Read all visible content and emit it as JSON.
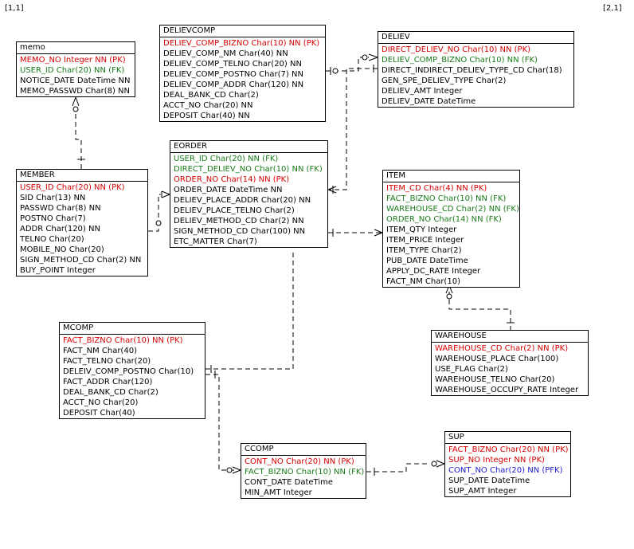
{
  "page_labels": {
    "left": "[1,1]",
    "right": "[2,1]"
  },
  "colors": {
    "pk": "#d40000",
    "fk": "#1a7a1a",
    "pfk": "#1a1ac8",
    "normal": "#000000"
  },
  "entities": {
    "memo": {
      "title": "memo",
      "attributes": [
        {
          "text": "MEMO_NO Integer NN (PK)",
          "key": "pk"
        },
        {
          "text": "USER_ID Char(20) NN (FK)",
          "key": "fk"
        },
        {
          "text": "NOTICE_DATE DateTime NN",
          "key": "normal"
        },
        {
          "text": "MEMO_PASSWD Char(8) NN",
          "key": "normal"
        }
      ]
    },
    "delievcomp": {
      "title": "DELIEVCOMP",
      "attributes": [
        {
          "text": "DELIEV_COMP_BIZNO Char(10) NN (PK)",
          "key": "pk"
        },
        {
          "text": "DELIEV_COMP_NM Char(40) NN",
          "key": "normal"
        },
        {
          "text": "DELIEV_COMP_TELNO Char(20) NN",
          "key": "normal"
        },
        {
          "text": "DELIEV_COMP_POSTNO Char(7) NN",
          "key": "normal"
        },
        {
          "text": "DELIEV_COMP_ADDR Char(120) NN",
          "key": "normal"
        },
        {
          "text": "DEAL_BANK_CD Char(2)",
          "key": "normal"
        },
        {
          "text": "ACCT_NO Char(20) NN",
          "key": "normal"
        },
        {
          "text": "DEPOSIT Char(40) NN",
          "key": "normal"
        }
      ]
    },
    "deliev": {
      "title": "DELIEV",
      "attributes": [
        {
          "text": "DIRECT_DELIEV_NO Char(10) NN (PK)",
          "key": "pk"
        },
        {
          "text": "DELIEV_COMP_BIZNO Char(10) NN (FK)",
          "key": "fk"
        },
        {
          "text": "DIRECT_INDIRECT_DELIEV_TYPE_CD Char(18)",
          "key": "normal"
        },
        {
          "text": "GEN_SPE_DELIEV_TYPE Char(2)",
          "key": "normal"
        },
        {
          "text": "DELIEV_AMT Integer",
          "key": "normal"
        },
        {
          "text": "DELIEV_DATE DateTime",
          "key": "normal"
        }
      ]
    },
    "eorder": {
      "title": "EORDER",
      "attributes": [
        {
          "text": "USER_ID Char(20) NN (FK)",
          "key": "fk"
        },
        {
          "text": "DIRECT_DELIEV_NO Char(10) NN (FK)",
          "key": "fk"
        },
        {
          "text": "ORDER_NO Char(14) NN (PK)",
          "key": "pk"
        },
        {
          "text": "ORDER_DATE DateTime NN",
          "key": "normal"
        },
        {
          "text": "DELIEV_PLACE_ADDR Char(20) NN",
          "key": "normal"
        },
        {
          "text": "DELIEV_PLACE_TELNO Char(2)",
          "key": "normal"
        },
        {
          "text": "DELIEV_METHOD_CD Char(2) NN",
          "key": "normal"
        },
        {
          "text": "SIGN_METHOD_CD Char(100) NN",
          "key": "normal"
        },
        {
          "text": "ETC_MATTER Char(7)",
          "key": "normal"
        }
      ]
    },
    "member": {
      "title": "MEMBER",
      "attributes": [
        {
          "text": "USER_ID Char(20) NN (PK)",
          "key": "pk"
        },
        {
          "text": "SID Char(13) NN",
          "key": "normal"
        },
        {
          "text": "PASSWD Char(8) NN",
          "key": "normal"
        },
        {
          "text": "POSTNO Char(7)",
          "key": "normal"
        },
        {
          "text": "ADDR Char(120) NN",
          "key": "normal"
        },
        {
          "text": "TELNO Char(20)",
          "key": "normal"
        },
        {
          "text": "MOBILE_NO Char(20)",
          "key": "normal"
        },
        {
          "text": "SIGN_METHOD_CD Char(2) NN",
          "key": "normal"
        },
        {
          "text": "BUY_POINT Integer",
          "key": "normal"
        }
      ]
    },
    "item": {
      "title": "ITEM",
      "attributes": [
        {
          "text": "ITEM_CD Char(4) NN (PK)",
          "key": "pk"
        },
        {
          "text": "FACT_BIZNO Char(10) NN (FK)",
          "key": "fk"
        },
        {
          "text": "WAREHOUSE_CD Char(2) NN (FK)",
          "key": "fk"
        },
        {
          "text": "ORDER_NO Char(14) NN (FK)",
          "key": "fk"
        },
        {
          "text": "ITEM_QTY Integer",
          "key": "normal"
        },
        {
          "text": "ITEM_PRICE Integer",
          "key": "normal"
        },
        {
          "text": "ITEM_TYPE Char(2)",
          "key": "normal"
        },
        {
          "text": "PUB_DATE DateTime",
          "key": "normal"
        },
        {
          "text": "APPLY_DC_RATE Integer",
          "key": "normal"
        },
        {
          "text": "FACT_NM Char(10)",
          "key": "normal"
        }
      ]
    },
    "mcomp": {
      "title": "MCOMP",
      "attributes": [
        {
          "text": "FACT_BIZNO Char(10) NN (PK)",
          "key": "pk"
        },
        {
          "text": "FACT_NM Char(40)",
          "key": "normal"
        },
        {
          "text": "FACT_TELNO Char(20)",
          "key": "normal"
        },
        {
          "text": "DELEIV_COMP_POSTNO Char(10)",
          "key": "normal"
        },
        {
          "text": "FACT_ADDR Char(120)",
          "key": "normal"
        },
        {
          "text": "DEAL_BANK_CD Char(2)",
          "key": "normal"
        },
        {
          "text": "ACCT_NO Char(20)",
          "key": "normal"
        },
        {
          "text": "DEPOSIT Char(40)",
          "key": "normal"
        }
      ]
    },
    "warehouse": {
      "title": "WAREHOUSE",
      "attributes": [
        {
          "text": "WAREHOUSE_CD Char(2) NN (PK)",
          "key": "pk"
        },
        {
          "text": "WAREHOUSE_PLACE Char(100)",
          "key": "normal"
        },
        {
          "text": "USE_FLAG Char(2)",
          "key": "normal"
        },
        {
          "text": "WAREHOUSE_TELNO Char(20)",
          "key": "normal"
        },
        {
          "text": "WAREHOUSE_OCCUPY_RATE Integer",
          "key": "normal"
        }
      ]
    },
    "ccomp": {
      "title": "CCOMP",
      "attributes": [
        {
          "text": "CONT_NO Char(20) NN (PK)",
          "key": "pk"
        },
        {
          "text": "FACT_BIZNO Char(10) NN (FK)",
          "key": "fk"
        },
        {
          "text": "CONT_DATE DateTime",
          "key": "normal"
        },
        {
          "text": "MIN_AMT Integer",
          "key": "normal"
        }
      ]
    },
    "sup": {
      "title": "SUP",
      "attributes": [
        {
          "text": "FACT_BIZNO Char(20) NN (PK)",
          "key": "pk"
        },
        {
          "text": "SUP_NO Integer NN (PK)",
          "key": "pk"
        },
        {
          "text": "CONT_NO Char(20) NN (PFK)",
          "key": "pfk"
        },
        {
          "text": "SUP_DATE DateTime",
          "key": "normal"
        },
        {
          "text": "SUP_AMT Integer",
          "key": "normal"
        }
      ]
    }
  }
}
